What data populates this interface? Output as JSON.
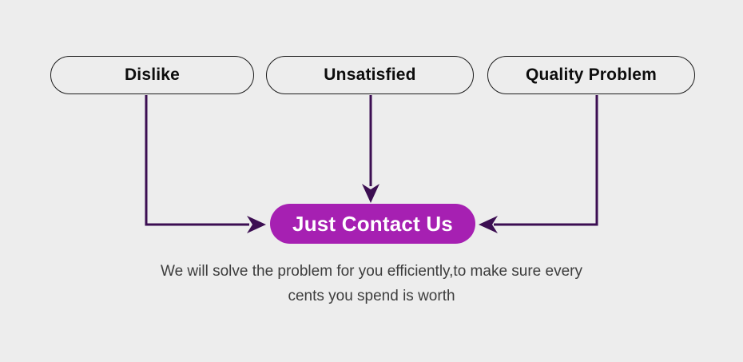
{
  "colors": {
    "page_bg": "#ededed",
    "arrow": "#3c0e52",
    "button_bg": "#a620b2",
    "button_text": "#ffffff",
    "pill_border": "#1c1c1c",
    "pill_text": "#0d0d0d",
    "caption_text": "#3d3d3d"
  },
  "nodes": [
    {
      "label": "Dislike"
    },
    {
      "label": "Unsatisfied"
    },
    {
      "label": "Quality Problem"
    }
  ],
  "button": {
    "label": "Just Contact Us"
  },
  "caption": {
    "line1": "We will solve the problem for you efficiently,to make sure every",
    "line2": "cents you spend is worth"
  }
}
